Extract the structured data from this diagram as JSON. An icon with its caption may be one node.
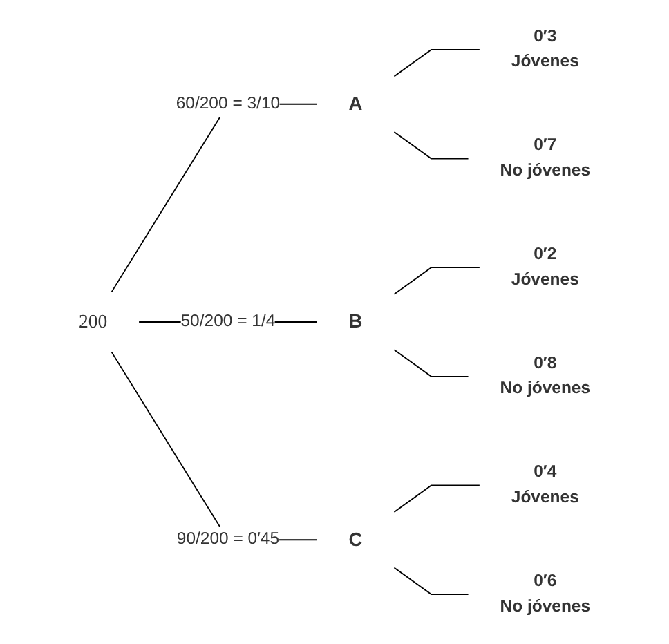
{
  "diagram": {
    "nodes": [
      {
        "text": [
          "200"
        ]
      },
      {
        "text": [
          "A"
        ]
      },
      {
        "text": [
          "B"
        ]
      },
      {
        "text": [
          "C"
        ]
      },
      {
        "text": [
          "0′3",
          "Jóvenes"
        ]
      },
      {
        "text": [
          "0′7",
          "No jóvenes"
        ]
      },
      {
        "text": [
          "0′2",
          "Jóvenes"
        ]
      },
      {
        "text": [
          "0′8",
          "No jóvenes"
        ]
      },
      {
        "text": [
          "0′4",
          "Jóvenes"
        ]
      },
      {
        "text": [
          "0′6",
          "No jóvenes"
        ]
      }
    ],
    "edges": [
      {
        "from": 0,
        "to": 1,
        "arrow": "none",
        "label": "60/200 = 3/10"
      },
      {
        "from": 0,
        "to": 2,
        "arrow": "none",
        "label": "50/200 = 1/4"
      },
      {
        "from": 0,
        "to": 3,
        "arrow": "none",
        "label": "90/200 = 0′45"
      },
      {
        "from": 1,
        "to": 4,
        "arrow": "none"
      },
      {
        "from": 1,
        "to": 5,
        "arrow": "none"
      },
      {
        "from": 2,
        "to": 6,
        "arrow": "none"
      },
      {
        "from": 2,
        "to": 7,
        "arrow": "none"
      },
      {
        "from": 3,
        "to": 8,
        "arrow": "none"
      },
      {
        "from": 3,
        "to": 9,
        "arrow": "none"
      }
    ]
  }
}
